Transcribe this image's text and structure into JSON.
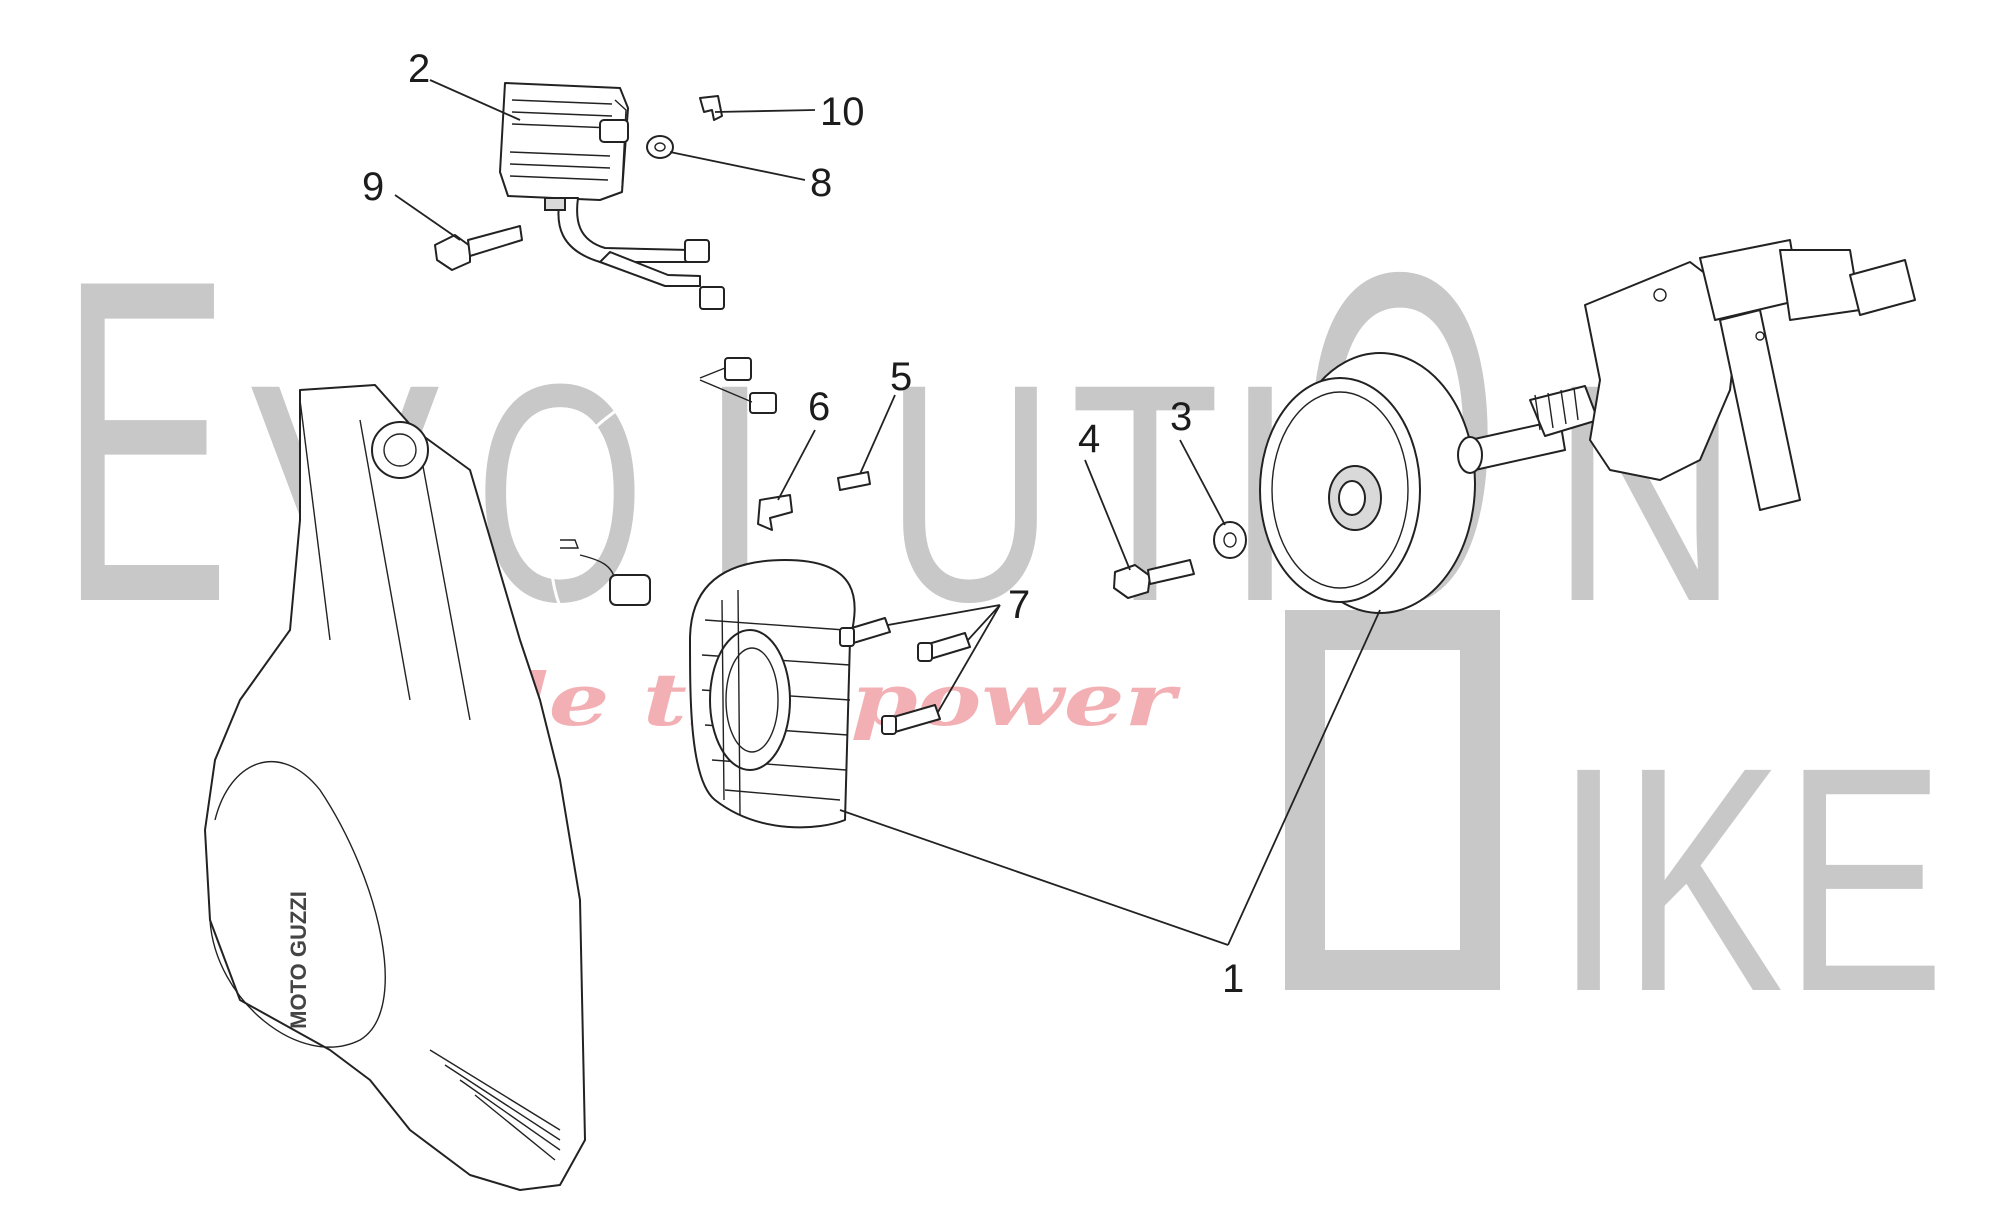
{
  "watermark": {
    "letters_top": [
      "E",
      "V",
      "O",
      "L",
      "U",
      "T",
      "I",
      "O",
      "N"
    ],
    "word_bottom": "IKE",
    "slogan": "ride the power",
    "color": "#c8c8c8",
    "slogan_color": "#f2a3a8"
  },
  "cover_logo_text": "MOTO GUZZI",
  "callouts": {
    "c1": "1",
    "c2": "2",
    "c3": "3",
    "c4": "4",
    "c5": "5",
    "c6": "6",
    "c7": "7",
    "c8": "8",
    "c9": "9",
    "c10": "10"
  }
}
